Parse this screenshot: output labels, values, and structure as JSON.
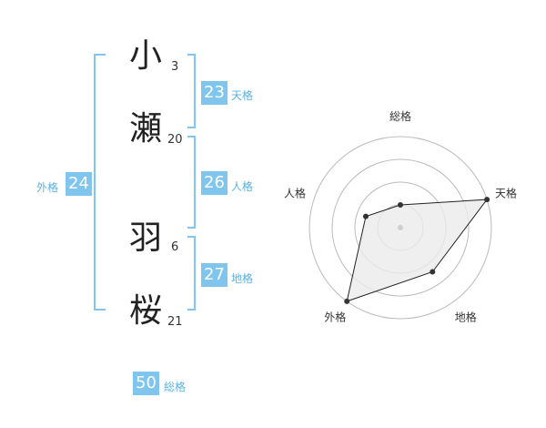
{
  "name": {
    "chars": [
      {
        "char": "小",
        "strokes": "3"
      },
      {
        "char": "瀬",
        "strokes": "20"
      },
      {
        "char": "羽",
        "strokes": "6"
      },
      {
        "char": "桜",
        "strokes": "21"
      }
    ]
  },
  "fortunes": {
    "tenkaku": {
      "label": "天格",
      "value": "23"
    },
    "jinkaku": {
      "label": "人格",
      "value": "26"
    },
    "chikaku": {
      "label": "地格",
      "value": "27"
    },
    "gaikaku": {
      "label": "外格",
      "value": "24"
    },
    "soukaku": {
      "label": "総格",
      "value": "50"
    }
  },
  "colors": {
    "accent": "#7fc5ee",
    "bracket": "#7fc5ee",
    "label": "#5ab2e6"
  },
  "chart_data": {
    "type": "radar",
    "axes": [
      "総格",
      "天格",
      "地格",
      "外格",
      "人格"
    ],
    "values": [
      0.25,
      1.0,
      0.6,
      1.0,
      0.4
    ],
    "rings": 4,
    "range": [
      0,
      1
    ]
  }
}
